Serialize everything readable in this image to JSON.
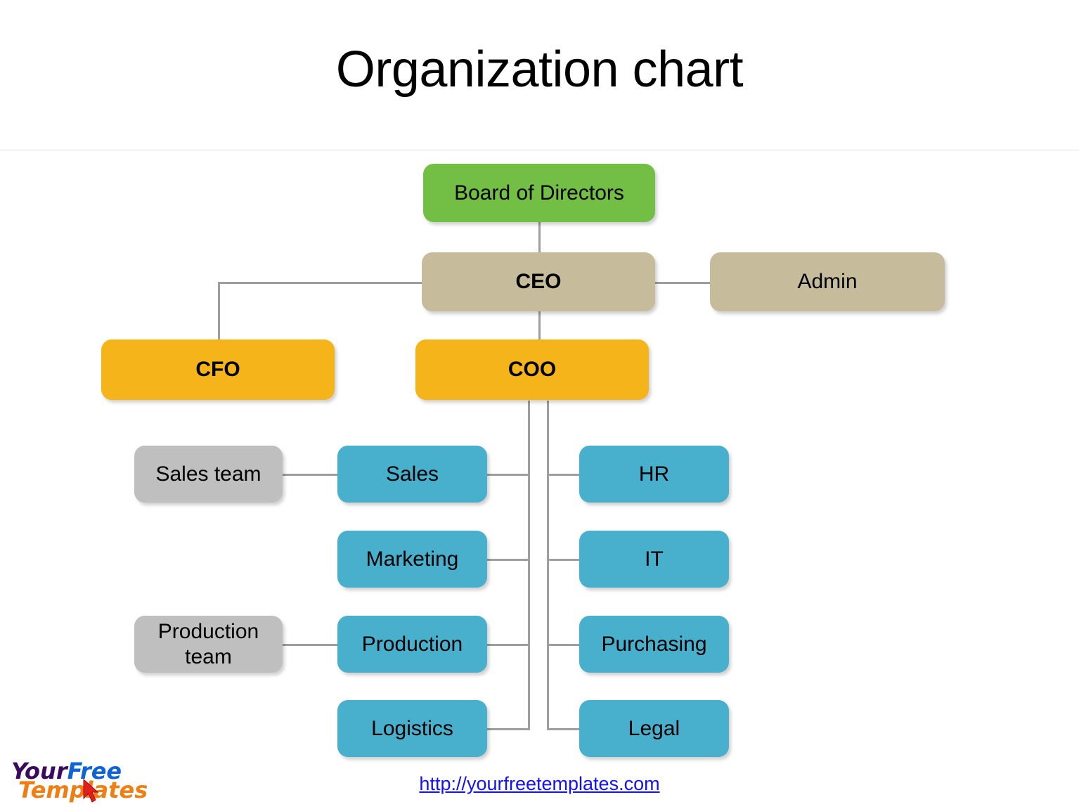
{
  "header": {
    "title": "Organization chart"
  },
  "colors": {
    "green": "#73BE44",
    "tan": "#C6BC9B",
    "amber": "#F4B41A",
    "blue": "#48B0CC",
    "gray": "#BFBFBF",
    "line": "#9e9e9e",
    "link": "#1412f0"
  },
  "chart_data": {
    "type": "diagram",
    "diagram_type": "organization-chart",
    "title": "Organization chart",
    "nodes": [
      {
        "id": "board",
        "label": "Board of Directors",
        "color": "#73BE44",
        "bold": false,
        "level": 0
      },
      {
        "id": "ceo",
        "label": "CEO",
        "color": "#C6BC9B",
        "bold": true,
        "level": 1
      },
      {
        "id": "admin",
        "label": "Admin",
        "color": "#C6BC9B",
        "bold": false,
        "level": 1
      },
      {
        "id": "cfo",
        "label": "CFO",
        "color": "#F4B41A",
        "bold": true,
        "level": 2
      },
      {
        "id": "coo",
        "label": "COO",
        "color": "#F4B41A",
        "bold": true,
        "level": 2
      },
      {
        "id": "sales",
        "label": "Sales",
        "color": "#48B0CC",
        "bold": false,
        "level": 3
      },
      {
        "id": "marketing",
        "label": "Marketing",
        "color": "#48B0CC",
        "bold": false,
        "level": 3
      },
      {
        "id": "production",
        "label": "Production",
        "color": "#48B0CC",
        "bold": false,
        "level": 3
      },
      {
        "id": "logistics",
        "label": "Logistics",
        "color": "#48B0CC",
        "bold": false,
        "level": 3
      },
      {
        "id": "hr",
        "label": "HR",
        "color": "#48B0CC",
        "bold": false,
        "level": 3
      },
      {
        "id": "it",
        "label": "IT",
        "color": "#48B0CC",
        "bold": false,
        "level": 3
      },
      {
        "id": "purchasing",
        "label": "Purchasing",
        "color": "#48B0CC",
        "bold": false,
        "level": 3
      },
      {
        "id": "legal",
        "label": "Legal",
        "color": "#48B0CC",
        "bold": false,
        "level": 3
      },
      {
        "id": "sales-team",
        "label": "Sales team",
        "color": "#BFBFBF",
        "bold": false,
        "level": 4
      },
      {
        "id": "production-team",
        "label": "Production team",
        "color": "#BFBFBF",
        "bold": false,
        "level": 4
      }
    ],
    "edges": [
      {
        "from": "board",
        "to": "ceo"
      },
      {
        "from": "ceo",
        "to": "admin"
      },
      {
        "from": "ceo",
        "to": "cfo"
      },
      {
        "from": "ceo",
        "to": "coo"
      },
      {
        "from": "coo",
        "to": "sales"
      },
      {
        "from": "coo",
        "to": "marketing"
      },
      {
        "from": "coo",
        "to": "production"
      },
      {
        "from": "coo",
        "to": "logistics"
      },
      {
        "from": "coo",
        "to": "hr"
      },
      {
        "from": "coo",
        "to": "it"
      },
      {
        "from": "coo",
        "to": "purchasing"
      },
      {
        "from": "coo",
        "to": "legal"
      },
      {
        "from": "sales",
        "to": "sales-team"
      },
      {
        "from": "production",
        "to": "production-team"
      }
    ]
  },
  "boxes": {
    "board": {
      "label": "Board of Directors"
    },
    "ceo": {
      "label": "CEO"
    },
    "admin": {
      "label": "Admin"
    },
    "cfo": {
      "label": "CFO"
    },
    "coo": {
      "label": "COO"
    },
    "sales_team": {
      "label": "Sales team"
    },
    "sales": {
      "label": "Sales"
    },
    "hr": {
      "label": "HR"
    },
    "marketing": {
      "label": "Marketing"
    },
    "it": {
      "label": "IT"
    },
    "production_team": {
      "label": "Production team"
    },
    "production": {
      "label": "Production"
    },
    "purchasing": {
      "label": "Purchasing"
    },
    "logistics": {
      "label": "Logistics"
    },
    "legal": {
      "label": "Legal"
    }
  },
  "footer": {
    "url": "http://yourfreetemplates.com"
  },
  "logo": {
    "word1": "Your",
    "word2": "Free",
    "word3": "Templates",
    "cursor_icon": "cursor-arrow-icon"
  }
}
